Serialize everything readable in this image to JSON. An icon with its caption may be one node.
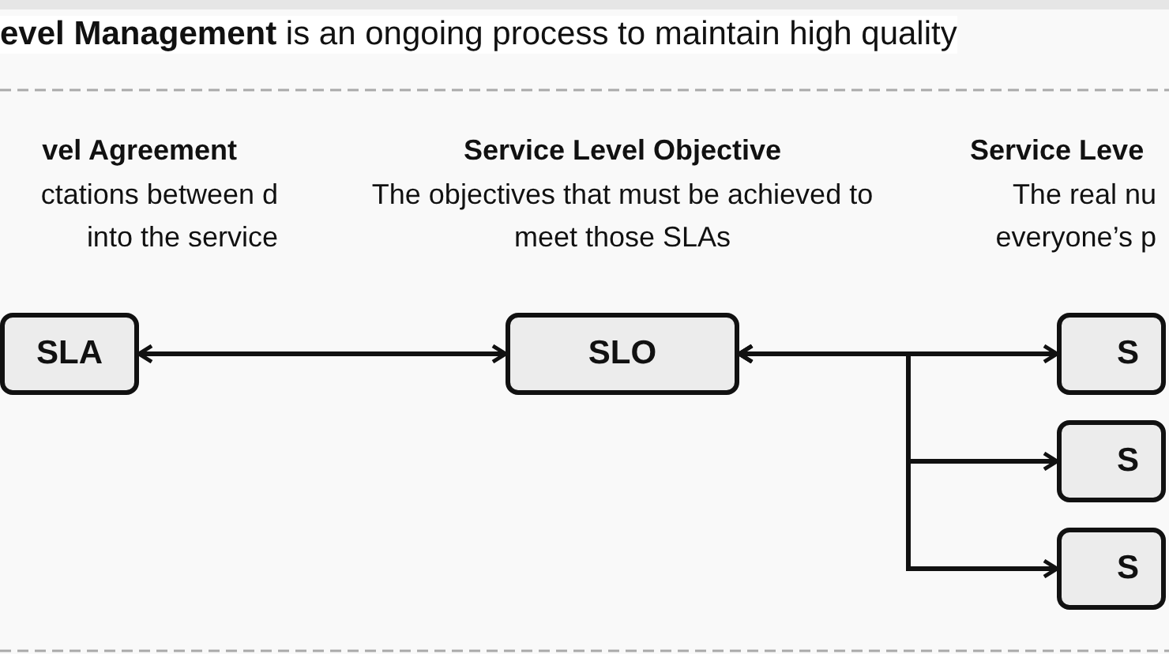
{
  "diagram": {
    "title": "**evel Management** is an ongoing process to maintain high quality",
    "nodes": [
      {
        "text": [
          "SLA"
        ]
      },
      {
        "text": [
          "SLO"
        ]
      },
      {
        "text": [
          "S"
        ]
      },
      {
        "text": [
          "S"
        ]
      },
      {
        "text": [
          "S"
        ]
      }
    ],
    "edges": [
      {
        "from": 0,
        "to": 1,
        "arrow": "both"
      },
      {
        "from": 1,
        "to": 2,
        "arrow": "both"
      },
      {
        "from": 1,
        "to": 3,
        "arrow": "both"
      },
      {
        "from": 1,
        "to": 4,
        "arrow": "both"
      }
    ],
    "labels": [
      "vel Agreement",
      "ctations between d into the service",
      "Service Level Objective",
      "The objectives that must be achieved to meet those SLAs",
      "Service Leve",
      "The real nu everyone’s p"
    ]
  }
}
